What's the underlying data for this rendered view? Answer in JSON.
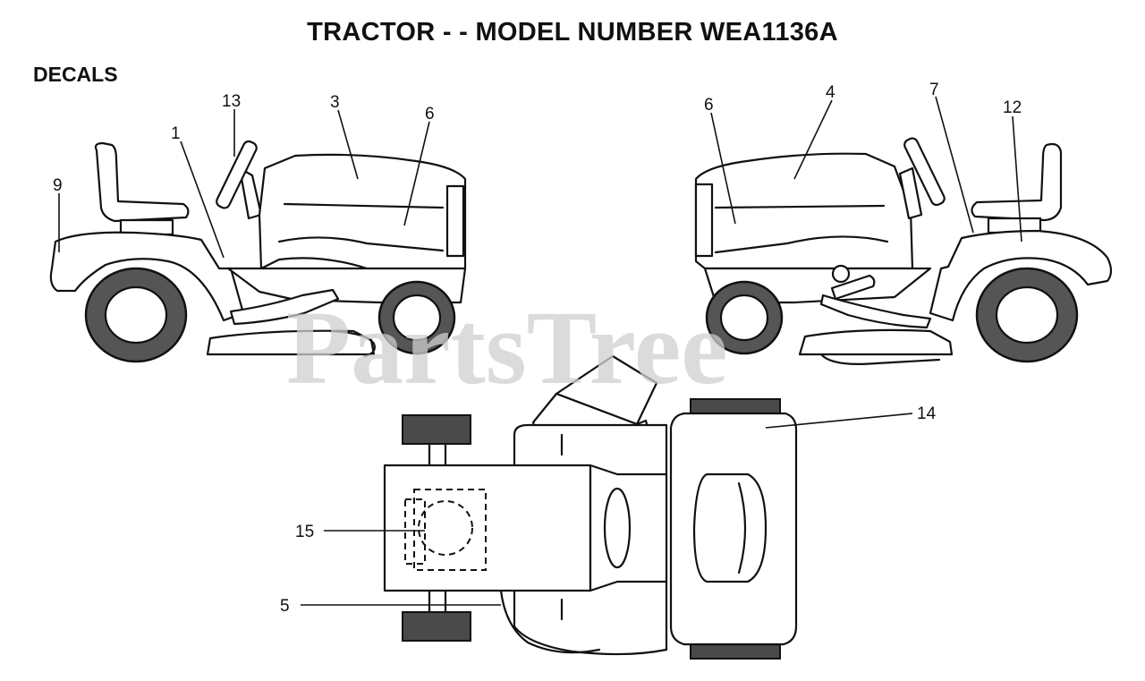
{
  "header": {
    "title": "TRACTOR - - MODEL NUMBER WEA1136A",
    "section": "DECALS"
  },
  "watermark": "PartsTree",
  "callouts": {
    "c1": "1",
    "c3": "3",
    "c4": "4",
    "c5": "5",
    "c6_left": "6",
    "c6_right": "6",
    "c7": "7",
    "c9": "9",
    "c12": "12",
    "c13": "13",
    "c14": "14",
    "c15": "15"
  }
}
